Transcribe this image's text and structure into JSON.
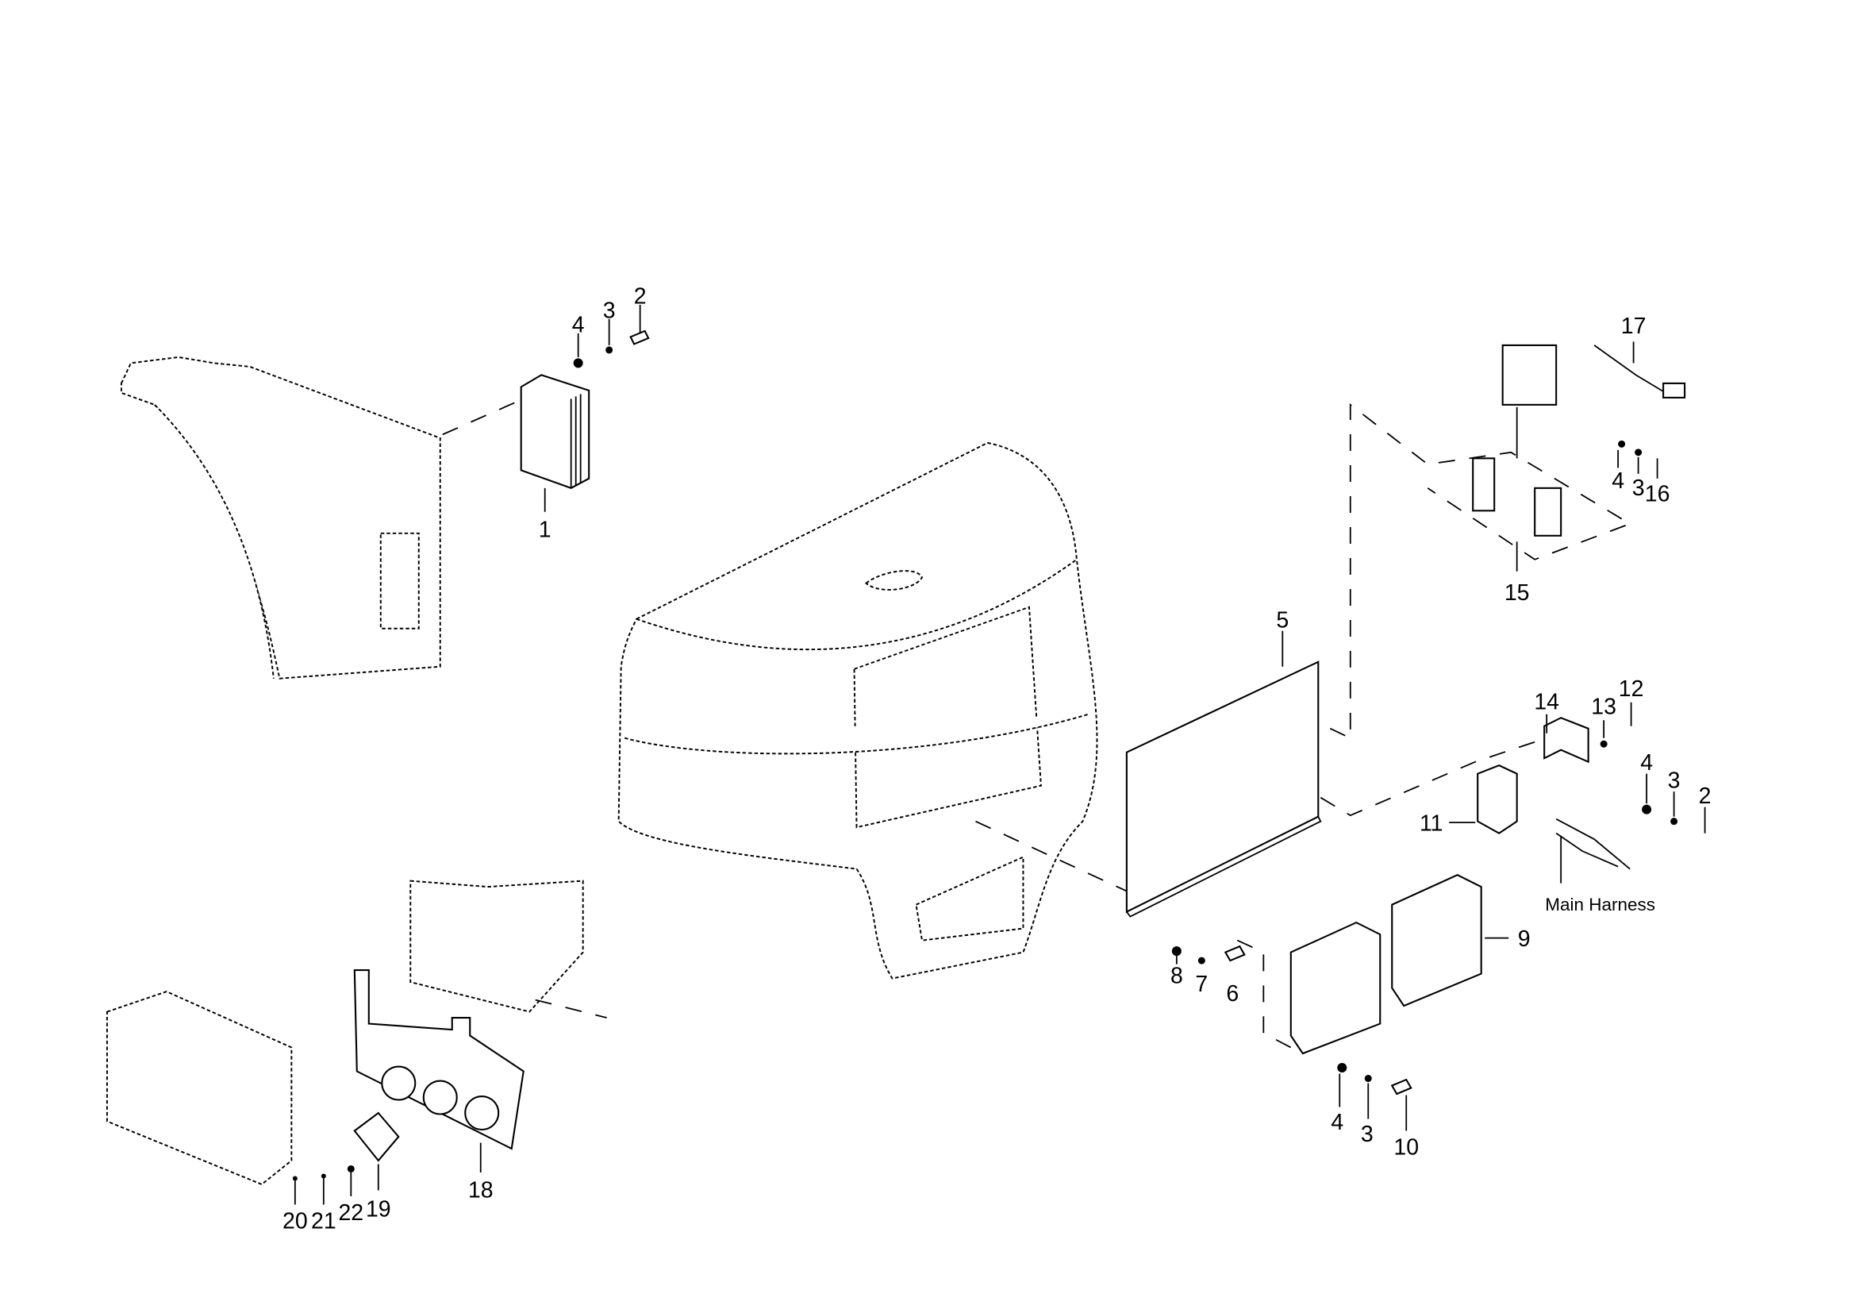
{
  "diagram": {
    "type": "exploded parts diagram",
    "callouts": {
      "c1": "1",
      "c2a": "2",
      "c3a": "3",
      "c4a": "4",
      "c17": "17",
      "c4b": "4",
      "c3b": "3",
      "c16": "16",
      "c15": "15",
      "c5": "5",
      "c12": "12",
      "c13": "13",
      "c14": "14",
      "c4c": "4",
      "c3c": "3",
      "c2b": "2",
      "c11": "11",
      "main_harness": "Main Harness",
      "c9": "9",
      "c8": "8",
      "c7": "7",
      "c6": "6",
      "c4d": "4",
      "c3d": "3",
      "c10": "10",
      "c20": "20",
      "c21": "21",
      "c22": "22",
      "c19": "19",
      "c18": "18"
    }
  }
}
